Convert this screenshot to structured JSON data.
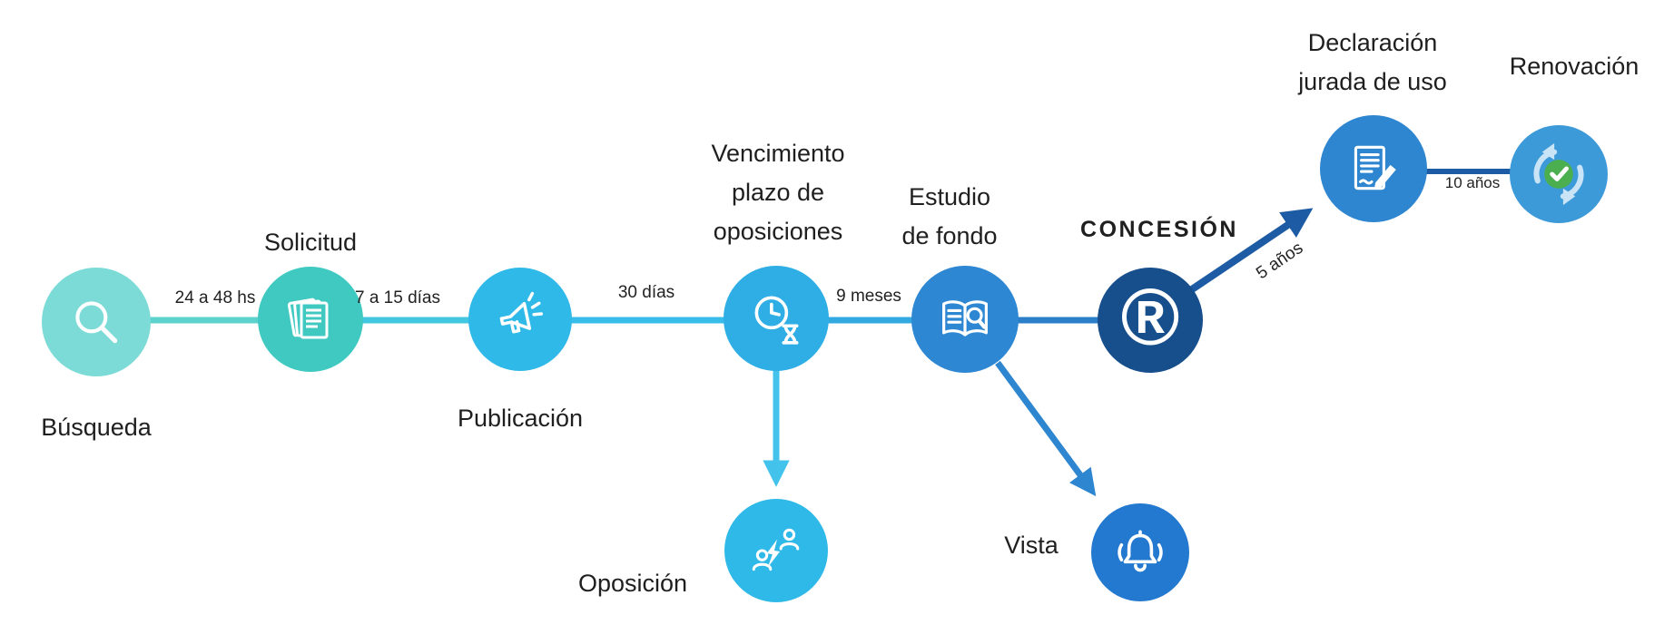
{
  "diagram": {
    "type": "process-flow",
    "language": "es",
    "subject": "trademark-registration-timeline"
  },
  "nodes": [
    {
      "id": "busqueda",
      "label": "Búsqueda",
      "lines": [
        "Búsqueda"
      ],
      "icon": "magnifier-icon",
      "color": "#7CDBD7"
    },
    {
      "id": "solicitud",
      "label": "Solicitud",
      "lines": [
        "Solicitud"
      ],
      "icon": "documents-icon",
      "color": "#3FC9C1"
    },
    {
      "id": "publicacion",
      "label": "Publicación",
      "lines": [
        "Publicación"
      ],
      "icon": "megaphone-icon",
      "color": "#2FB9E8"
    },
    {
      "id": "vencimiento",
      "label": "Vencimiento plazo de oposiciones",
      "lines": [
        "Vencimiento",
        "plazo de",
        "oposiciones"
      ],
      "icon": "clock-hourglass-icon",
      "color": "#2FAEE6"
    },
    {
      "id": "estudio",
      "label": "Estudio de fondo",
      "lines": [
        "Estudio",
        "de fondo"
      ],
      "icon": "book-search-icon",
      "color": "#2E87D2"
    },
    {
      "id": "concesion",
      "label": "CONCESIÓN",
      "lines": [
        "CONCESIÓN"
      ],
      "icon": "registered-mark-icon",
      "color": "#174E8C",
      "symbol": "®"
    },
    {
      "id": "declaracion",
      "label": "Declaración jurada de uso",
      "lines": [
        "Declaración",
        "jurada de uso"
      ],
      "icon": "document-pencil-icon",
      "color": "#2E86D0"
    },
    {
      "id": "renovacion",
      "label": "Renovación",
      "lines": [
        "Renovación"
      ],
      "icon": "renewal-check-icon",
      "color": "#3D9AD8",
      "check_color": "#4BAE4F"
    },
    {
      "id": "oposicion",
      "label": "Oposición",
      "lines": [
        "Oposición"
      ],
      "icon": "conflict-icon",
      "color": "#2FB9E8"
    },
    {
      "id": "vista",
      "label": "Vista",
      "lines": [
        "Vista"
      ],
      "icon": "bell-icon",
      "color": "#2379CF"
    }
  ],
  "edges": [
    {
      "from": "busqueda",
      "to": "solicitud",
      "label": "24 a 48 hs"
    },
    {
      "from": "solicitud",
      "to": "publicacion",
      "label": "7 a 15 días"
    },
    {
      "from": "publicacion",
      "to": "vencimiento",
      "label": "30 días"
    },
    {
      "from": "vencimiento",
      "to": "estudio",
      "label": "9 meses"
    },
    {
      "from": "estudio",
      "to": "concesion"
    },
    {
      "from": "concesion",
      "to": "declaracion",
      "label": "5 años"
    },
    {
      "from": "declaracion",
      "to": "renovacion",
      "label": "10 años"
    },
    {
      "from": "vencimiento",
      "to": "oposicion"
    },
    {
      "from": "estudio",
      "to": "vista"
    }
  ],
  "connector_colors": {
    "teal": "#5BD2CC",
    "teal_blue": "#43C6DF",
    "light_blue": "#38BCE9",
    "blue": "#2E86D0",
    "cyan_arrow": "#43C3EB",
    "navy": "#1D5CA4"
  }
}
